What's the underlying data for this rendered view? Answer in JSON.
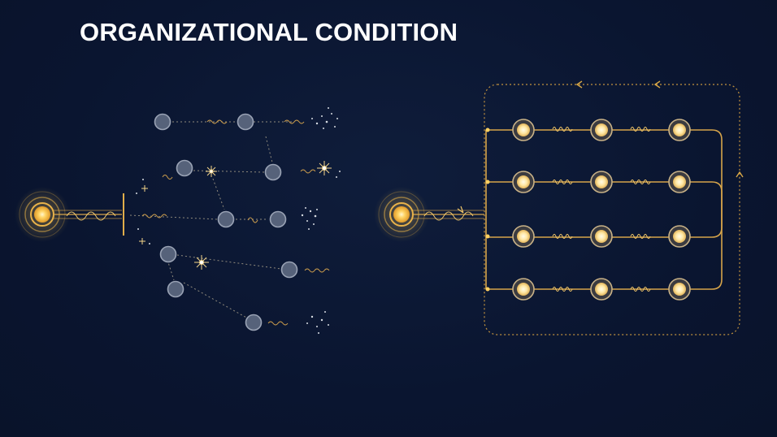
{
  "title": "ORGANIZATIONAL CONDITION",
  "colors": {
    "background": "#0b1630",
    "gold": "#e8b24a",
    "gold_light": "#ffe9a8",
    "node_gray": "#56627a",
    "node_stroke": "#8d97aa",
    "dim_line": "#8a8d8f"
  },
  "left_diagram": {
    "source": "light-source",
    "node_count": 10,
    "spark_bursts": 6
  },
  "right_diagram": {
    "source": "light-source",
    "rows": 4,
    "nodes_per_row": 3,
    "loop_arrows": "circulating"
  }
}
